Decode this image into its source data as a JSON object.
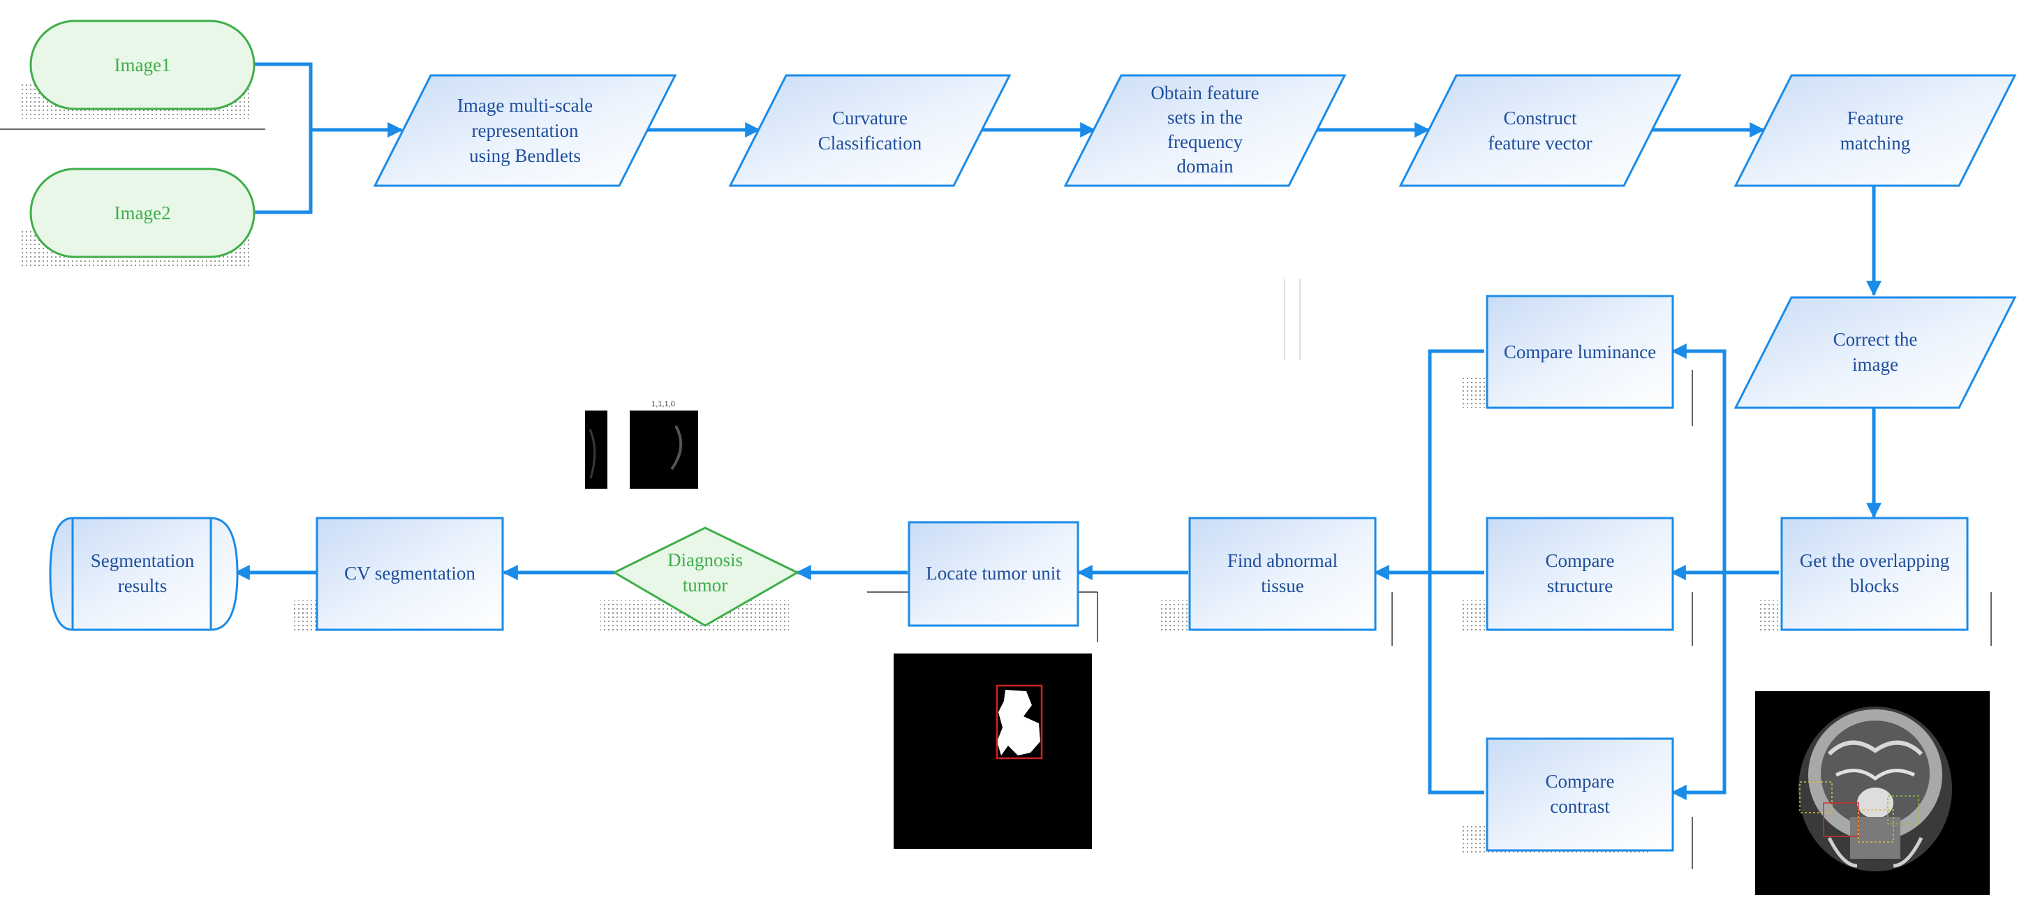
{
  "nodes": {
    "image1": "Image1",
    "image2": "Image2",
    "multiscale": [
      "Image multi-scale",
      "representation",
      "using Bendlets"
    ],
    "curvature": [
      "Curvature",
      "Classification"
    ],
    "obtain": [
      "Obtain feature",
      "sets in the",
      "frequency",
      "domain"
    ],
    "construct": [
      "Construct",
      "feature vector"
    ],
    "matching": [
      "Feature",
      "matching"
    ],
    "correct": [
      "Correct the",
      "image"
    ],
    "overlap": [
      "Get the overlapping",
      "blocks"
    ],
    "luminance": [
      "Compare luminance"
    ],
    "structure": [
      "Compare",
      "structure"
    ],
    "contrast": [
      "Compare",
      "contrast"
    ],
    "abnormal": [
      "Find abnormal",
      "tissue"
    ],
    "locate": [
      "Locate tumor unit"
    ],
    "diagnosis": [
      "Diagnosis",
      "tumor"
    ],
    "cv": [
      "CV segmentation"
    ],
    "results": [
      "Segmentation",
      "results"
    ]
  },
  "thumbnail_caption": "1,1,1,0",
  "icons": {
    "arrowhead": "arrowhead-icon",
    "mri": "mri-scan-image",
    "mask": "tumor-mask-image",
    "filters": "bendlet-filter-image"
  },
  "colors": {
    "edge": "#1a8be8",
    "box_border": "#1a8be8",
    "text": "#1f4e9c",
    "green": "#3fae49",
    "green_fill": "#e8f7e8"
  }
}
